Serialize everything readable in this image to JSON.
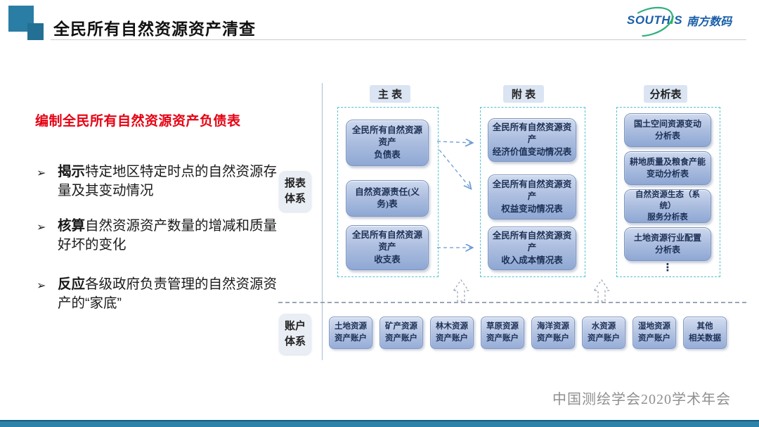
{
  "header": {
    "title": "全民所有自然资源资产清查",
    "logo": {
      "latin_left": "SOUTH",
      "latin_mid": "I",
      "latin_right": "S",
      "cn": "南方数码"
    }
  },
  "left_panel": {
    "heading": "编制全民所有自然资源资产负债表",
    "bullet_marker": "➢",
    "bullets": [
      {
        "lead": "揭示",
        "text": "特定地区特定时点的自然资源存量及其变动情况"
      },
      {
        "lead": "核算",
        "text": "自然资源资产数量的增减和质量好坏的变化"
      },
      {
        "lead": "反应",
        "text": "各级政府负责管理的自然资源资产的“家底”"
      }
    ]
  },
  "diagram": {
    "report_system_label": "报表\n体系",
    "account_system_label": "账户\n体系",
    "columns": [
      {
        "header": "主  表",
        "boxes": [
          "全民所有自然资源资产\n负债表",
          "自然资源责任(义务)表",
          "全民所有自然资源资产\n收支表"
        ]
      },
      {
        "header": "附  表",
        "boxes": [
          "全民所有自然资源资产\n经济价值变动情况表",
          "全民所有自然资源资产\n权益变动情况表",
          "全民所有自然资源资产\n收入成本情况表"
        ]
      },
      {
        "header": "分析表",
        "boxes": [
          "国土空间资源变动\n分析表",
          "耕地质量及粮食产能\n变动分析表",
          "自然资源生态（系统）\n服务分析表",
          "土地资源行业配置\n分析表"
        ],
        "ellipsis": "⋮"
      }
    ],
    "accounts": [
      "土地资源\n资产账户",
      "矿产资源\n资产账户",
      "林木资源\n资产账户",
      "草原资源\n资产账户",
      "海洋资源\n资产账户",
      "水资源\n资产账户",
      "湿地资源\n资产账户",
      "其他\n相关数据"
    ]
  },
  "footer": {
    "conference": "中国测绘学会2020学术年会"
  },
  "colors": {
    "accent_teal": "#2a7da4",
    "box_blue": "#9db3da",
    "dashed_teal": "#55c2cf",
    "red_heading": "#e60012",
    "logo_blue": "#1b5fa8",
    "logo_green": "#3cb54a"
  }
}
